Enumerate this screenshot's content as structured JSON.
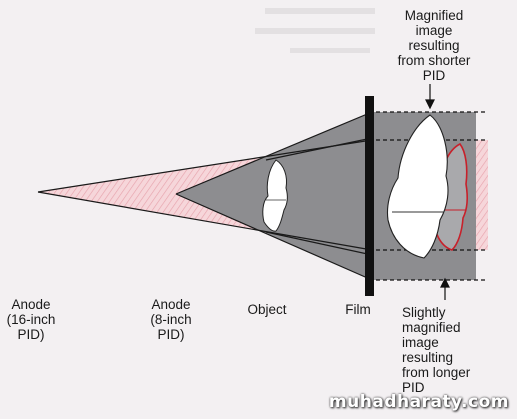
{
  "diagram": {
    "labels": {
      "anode_16": "Anode\n(16-inch\nPID)",
      "anode_8": "Anode\n(8-inch\nPID)",
      "object": "Object",
      "film": "Film",
      "magnified_shorter": "Magnified\nimage\nresulting\nfrom shorter\nPID",
      "slightly_magnified_longer": "Slightly\nmagnified\nimage\nresulting\nfrom longer\nPID"
    },
    "colors": {
      "background": "#f3f0f2",
      "beam_long_pid": "#f2c9cf",
      "beam_short_pid": "#8c8c8e",
      "film": "#111111",
      "outline_short": "#ffffff",
      "outline_long": "#c8202a",
      "ink": "#111111"
    }
  },
  "watermark": "muhadharaty.com"
}
